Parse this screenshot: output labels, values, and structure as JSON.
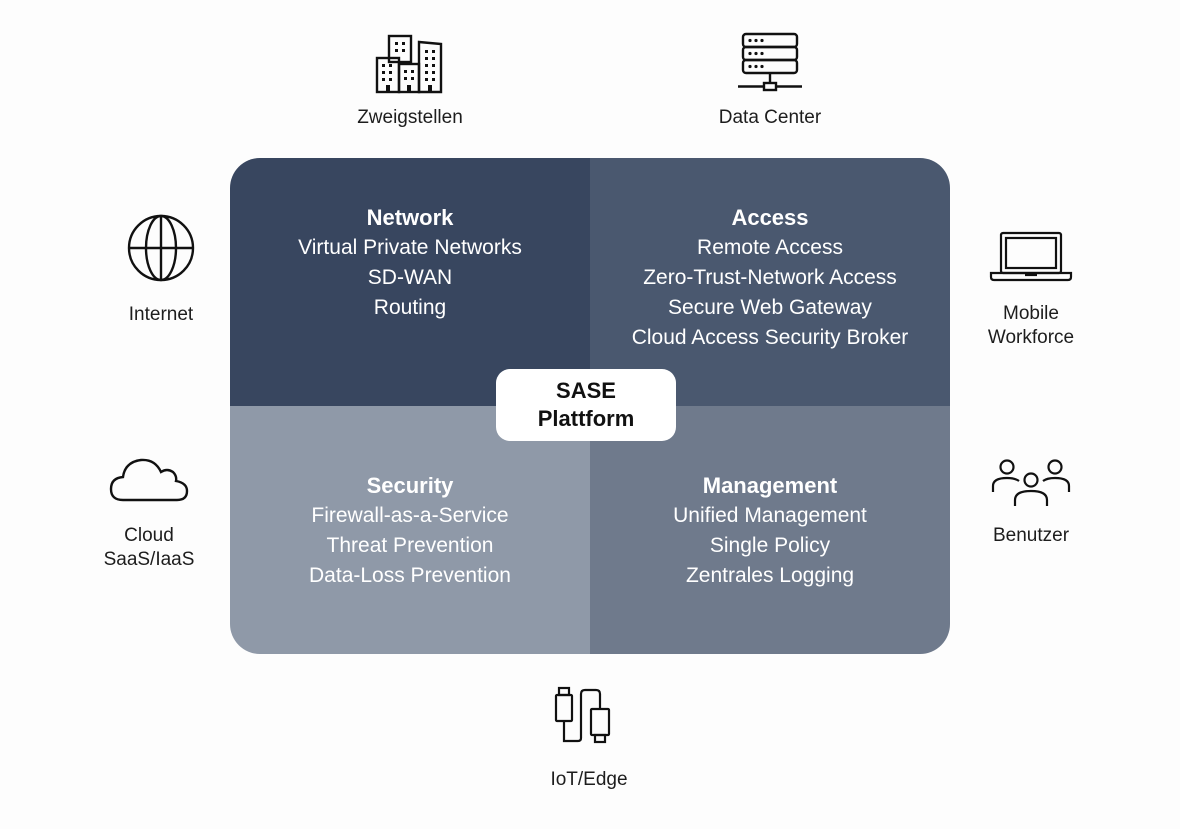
{
  "diagram": {
    "center": {
      "line1": "SASE",
      "line2": "Plattform"
    },
    "quadrants": [
      {
        "id": "network",
        "title": "Network",
        "color": "#38465f",
        "items": [
          "Virtual Private Networks",
          "SD-WAN",
          "Routing"
        ]
      },
      {
        "id": "access",
        "title": "Access",
        "color": "#4a586f",
        "items": [
          "Remote Access",
          "Zero-Trust-Network Access",
          "Secure Web Gateway",
          "Cloud Access Security Broker"
        ]
      },
      {
        "id": "security",
        "title": "Security",
        "color": "#8f99a8",
        "items": [
          "Firewall-as-a-Service",
          "Threat Prevention",
          "Data-Loss Prevention"
        ]
      },
      {
        "id": "management",
        "title": "Management",
        "color": "#6f7a8c",
        "items": [
          "Unified Management",
          "Single Policy",
          "Zentrales Logging"
        ]
      }
    ],
    "nodes": {
      "branches": {
        "icon": "buildings-icon",
        "label": "Zweigstellen"
      },
      "datacenter": {
        "icon": "server-rack-icon",
        "label": "Data Center"
      },
      "internet": {
        "icon": "globe-icon",
        "label": "Internet"
      },
      "mobile": {
        "icon": "laptop-icon",
        "label": "Mobile\nWorkforce"
      },
      "cloud": {
        "icon": "cloud-icon",
        "label": "Cloud\nSaaS/IaaS"
      },
      "users": {
        "icon": "users-icon",
        "label": "Benutzer"
      },
      "iot": {
        "icon": "cable-icon",
        "label": "IoT/Edge"
      }
    }
  }
}
